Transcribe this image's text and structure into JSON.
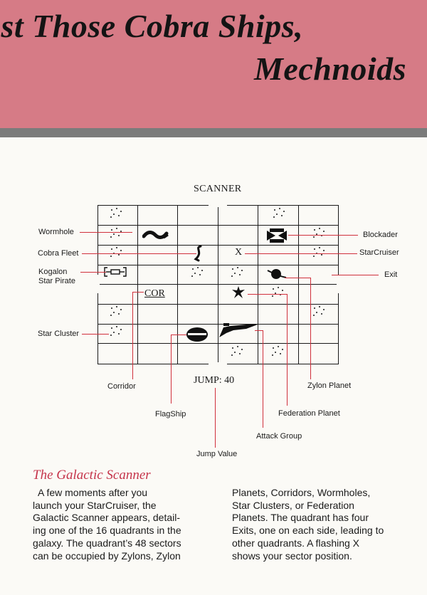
{
  "header": {
    "line1": "ast Those Cobra Ships,",
    "line2": "Mechnoids"
  },
  "diagram": {
    "title": "SCANNER",
    "corridor_text": "COR",
    "jump_text": "JUMP: 40",
    "x_marker": "X",
    "labels": {
      "wormhole": "Wormhole",
      "cobra_fleet": "Cobra Fleet",
      "kogalon_line1": "Kogalon",
      "kogalon_line2": "Star Pirate",
      "star_cluster": "Star Cluster",
      "corridor": "Corridor",
      "flagship": "FlagShip",
      "jump_value": "Jump Value",
      "attack_group": "Attack Group",
      "federation_planet": "Federation Planet",
      "zylon_planet": "Zylon Planet",
      "blockader": "Blockader",
      "starcruiser": "StarCruiser",
      "exit": "Exit"
    },
    "colors": {
      "pointer": "#d0303c",
      "header": "#d67b86",
      "title": "#c5334a"
    }
  },
  "article": {
    "title": "The Galactic Scanner",
    "col1": [
      "  A few moments after you",
      "launch your StarCruiser, the",
      "Galactic Scanner appears, detail-",
      "ing one of the 16 quadrants in the",
      "galaxy. The quadrant’s 48 sectors",
      "can be occupied by Zylons, Zylon"
    ],
    "col2": [
      "Planets, Corridors, Wormholes,",
      "Star Clusters, or Federation",
      "Planets. The quadrant has four",
      "Exits, one on each side, leading to",
      "other quadrants. A flashing X",
      "shows your sector position."
    ]
  }
}
